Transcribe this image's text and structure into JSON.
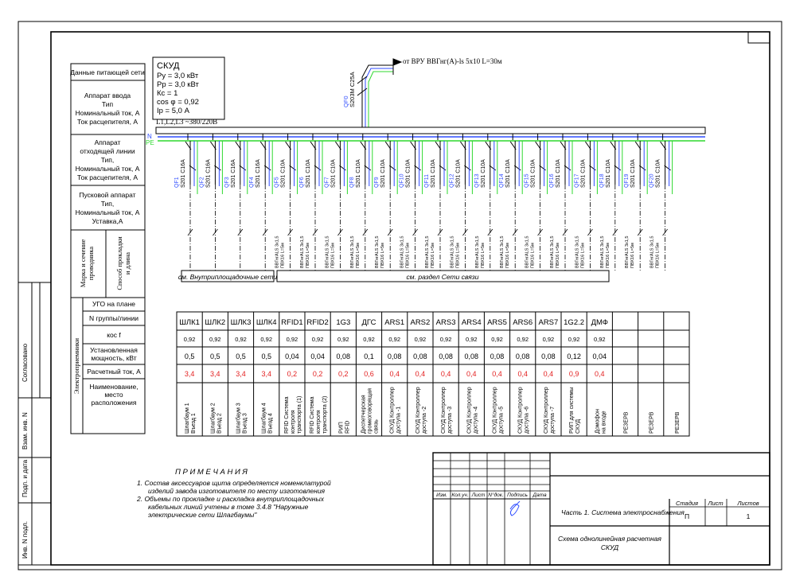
{
  "skud": {
    "title": "СКУД",
    "lines": [
      "Ру = 3,0 кВт",
      "Рр = 3,0 кВт",
      "Кс = 1",
      "cos φ = 0,92",
      "Iр = 5,0 А"
    ]
  },
  "left_labels": {
    "supply": "Данные питающей сети",
    "input": [
      "Аппарат ввода",
      "Тип",
      "Номинальный ток, А",
      "Ток расцепителя, А"
    ],
    "outgoing": [
      "Аппарат",
      "отходящей линии",
      "Тип,",
      "Номинальный ток, А",
      "Ток расцепителя, А"
    ],
    "starter": [
      "Пусковой аппарат",
      "Тип,",
      "Номинальный ток, А",
      "Уставка,А"
    ],
    "wire_mark": [
      "Марка и сечение",
      "проводника"
    ],
    "laying": [
      "Способ прокладки",
      "и длина"
    ],
    "receivers": "Электроприемники",
    "ugo": "УГО на плане",
    "group": "N группы/линии",
    "cosf": "кос f",
    "power": [
      "Установленная",
      "мощность, кВт"
    ],
    "current": "Расчетный ток, А",
    "name": [
      "Наименование,",
      "место",
      "расположения"
    ]
  },
  "bus": {
    "label": "L1,L2,L3  ~380/220В",
    "n": "N",
    "pe": "PE"
  },
  "feed": {
    "label": "от ВРУ    ВВГнг(А)-ls 5х10   L=30м",
    "breaker": "QF0",
    "breaker_type": "S203M C25A"
  },
  "breakers": [
    {
      "q": "QF1",
      "t": "S201 C16A"
    },
    {
      "q": "QF2",
      "t": "S201 C16A"
    },
    {
      "q": "QF3",
      "t": "S201 C16A"
    },
    {
      "q": "QF4",
      "t": "S201 C16A"
    },
    {
      "q": "QF5",
      "t": "S201 C10A"
    },
    {
      "q": "QF6",
      "t": "S201 C10A"
    },
    {
      "q": "QF7",
      "t": "S201 C10A"
    },
    {
      "q": "QF8",
      "t": "S201 C10A"
    },
    {
      "q": "QF9",
      "t": "S201 C10A"
    },
    {
      "q": "QF10",
      "t": "S201 C10A"
    },
    {
      "q": "QF11",
      "t": "S201 C10A"
    },
    {
      "q": "QF12",
      "t": "S201 C10A"
    },
    {
      "q": "QF13",
      "t": "S201 C10A"
    },
    {
      "q": "QF14",
      "t": "S201 C10A"
    },
    {
      "q": "QF15",
      "t": "S201 C10A"
    },
    {
      "q": "QF16",
      "t": "S201 C10A"
    },
    {
      "q": "QF17",
      "t": "S201 C10A"
    },
    {
      "q": "QF18",
      "t": "S201 C10A"
    },
    {
      "q": "QF19",
      "t": "S201 C10A"
    },
    {
      "q": "QF20",
      "t": "S201 C10A"
    }
  ],
  "cable": {
    "mark": "ВВГнгАLS 3х1,5",
    "laying": "ПВХ16 L=5м"
  },
  "ref_inner": "см. Внутриплощадочные сети",
  "ref_comm": "см. раздел Сети связи",
  "table": {
    "columns": [
      {
        "id": "ШЛК1",
        "cos": "0,92",
        "p": "0,5",
        "i": "3,4",
        "name": [
          "Шлагбаум 1",
          "Въезд 1"
        ]
      },
      {
        "id": "ШЛК2",
        "cos": "0,92",
        "p": "0,5",
        "i": "3,4",
        "name": [
          "Шлагбаум 2",
          "Въезд 2"
        ]
      },
      {
        "id": "ШЛК3",
        "cos": "0,92",
        "p": "0,5",
        "i": "3,4",
        "name": [
          "Шлагбаум 3",
          "Въезд 3"
        ]
      },
      {
        "id": "ШЛК4",
        "cos": "0,92",
        "p": "0,5",
        "i": "3,4",
        "name": [
          "Шлагбаум 4",
          "Въезд 4"
        ]
      },
      {
        "id": "RFID1",
        "cos": "0,92",
        "p": "0,04",
        "i": "0,2",
        "name": [
          "RFID Система",
          "контроля",
          "транспорта (1)"
        ]
      },
      {
        "id": "RFID2",
        "cos": "0,92",
        "p": "0,04",
        "i": "0,2",
        "name": [
          "RFID Система",
          "контроля",
          "транспорта (2)"
        ]
      },
      {
        "id": "1G3",
        "cos": "0,92",
        "p": "0,08",
        "i": "0,2",
        "name": [
          "РИП",
          "RFID"
        ]
      },
      {
        "id": "ДГС",
        "cos": "0,92",
        "p": "0,1",
        "i": "0,6",
        "name": [
          "Диспетчерская",
          "громкоговорящая",
          "связь"
        ]
      },
      {
        "id": "ARS1",
        "cos": "0,92",
        "p": "0,08",
        "i": "0,4",
        "name": [
          "СКУД Контроллер",
          "доступа -1"
        ]
      },
      {
        "id": "ARS2",
        "cos": "0,92",
        "p": "0,08",
        "i": "0,4",
        "name": [
          "СКУД Контроллер",
          "доступа -2"
        ]
      },
      {
        "id": "ARS3",
        "cos": "0,92",
        "p": "0,08",
        "i": "0,4",
        "name": [
          "СКУД Контроллер",
          "доступа -3"
        ]
      },
      {
        "id": "ARS4",
        "cos": "0,92",
        "p": "0,08",
        "i": "0,4",
        "name": [
          "СКУД Контроллер",
          "доступа -4"
        ]
      },
      {
        "id": "ARS5",
        "cos": "0,92",
        "p": "0,08",
        "i": "0,4",
        "name": [
          "СКУД Контроллер",
          "доступа -5"
        ]
      },
      {
        "id": "ARS6",
        "cos": "0,92",
        "p": "0,08",
        "i": "0,4",
        "name": [
          "СКУД Контроллер",
          "доступа -6"
        ]
      },
      {
        "id": "ARS7",
        "cos": "0,92",
        "p": "0,08",
        "i": "0,4",
        "name": [
          "СКУД Контроллер",
          "доступа -7"
        ]
      },
      {
        "id": "1G2.2",
        "cos": "0,92",
        "p": "0,12",
        "i": "0,9",
        "name": [
          "РИП для системы",
          "СКУД"
        ]
      },
      {
        "id": "ДМФ",
        "cos": "0,92",
        "p": "0,04",
        "i": "0,4",
        "name": [
          "Домофон",
          "на входе"
        ]
      },
      {
        "id": "",
        "cos": "",
        "p": "",
        "i": "",
        "name": [
          "РЕЗЕРВ"
        ]
      },
      {
        "id": "",
        "cos": "",
        "p": "",
        "i": "",
        "name": [
          "РЕЗЕРВ"
        ]
      },
      {
        "id": "",
        "cos": "",
        "p": "",
        "i": "",
        "name": [
          "РЕЗЕРВ"
        ]
      }
    ],
    "current_color": "#e32020"
  },
  "notes": {
    "title": "П Р И М Е Ч А Н И Я",
    "lines": [
      "1. Состав аксессуаров щита определяется номенклатурой",
      "изделий завода изготовителя по месту изготовления",
      "2. Объемы по прокладке и раскладка внутриплощадочных",
      "кабельных линий учтены в томе   3.4.8 \"Наружные",
      "электрические сети Шлагбаумы\""
    ]
  },
  "stamp": {
    "headers": [
      "Изм.",
      "Кол.уч.",
      "Лист",
      "N°док.",
      "Подпись",
      "Дата"
    ],
    "part": "Часть 1. Система электроснабжения",
    "title": [
      "Схема однолинейная расчетная",
      "СКУД"
    ],
    "stage_h": "Стадия",
    "sheet_h": "Лист",
    "sheets_h": "Листов",
    "stage": "П",
    "sheets": "1"
  },
  "side": [
    "Согласовано",
    "Взам. инв. N",
    "Подп. и дата",
    "Инв. N подл."
  ],
  "colors": {
    "line": "#000000",
    "n_bus": "#2f4dff",
    "pe_bus": "#2fd82f",
    "red": "#e32020"
  }
}
